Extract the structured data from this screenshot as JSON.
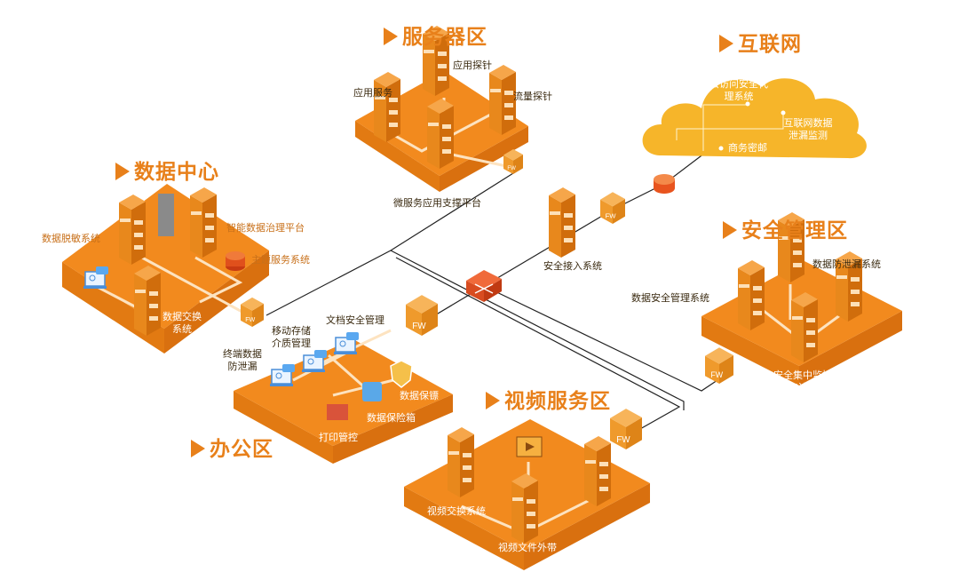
{
  "zones": {
    "server": {
      "title": "服务器区",
      "items": [
        "应用探针",
        "应用服务",
        "流量探针",
        "微服务应用支撑平台"
      ]
    },
    "internet": {
      "title": "互联网",
      "items": [
        "云访问安全代理系统",
        "互联网数据泄漏监测",
        "商务密邮"
      ]
    },
    "datacenter": {
      "title": "数据中心",
      "items": [
        "智能数据治理平台",
        "数据脱敏系统",
        "主题服务系统",
        "数据交换系统"
      ]
    },
    "security": {
      "title": "安全管理区",
      "items": [
        "数据防泄漏系统",
        "数据安全管理系统",
        "安全集中监控与审计系统"
      ]
    },
    "office": {
      "title": "办公区",
      "items": [
        "文档安全管理",
        "移动存储介质管理",
        "终端数据防泄漏",
        "数据保镖",
        "数据保险箱",
        "打印管控"
      ]
    },
    "video": {
      "title": "视频服务区",
      "items": [
        "视频交换系统",
        "视频文件外带"
      ]
    }
  },
  "access": {
    "label": "安全接入系统"
  },
  "firewall_label": "FW",
  "colors": {
    "platform_top": "#f28a1e",
    "platform_side": "#d9700f",
    "cloud": "#f6b52a",
    "title": "#e8801a",
    "router": "#e8541e"
  }
}
